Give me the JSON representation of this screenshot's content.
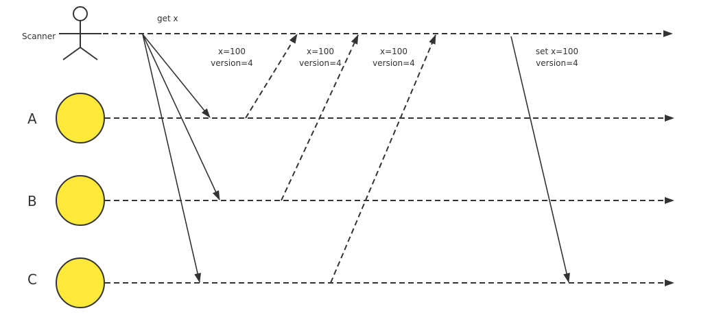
{
  "actor": {
    "label": "Scanner"
  },
  "nodes": [
    {
      "label": "A",
      "color": "#FFE93B"
    },
    {
      "label": "B",
      "color": "#FFE93B"
    },
    {
      "label": "C",
      "color": "#FFE93B"
    }
  ],
  "messages": {
    "get": "get x",
    "reply_a": {
      "line1": "x=100",
      "line2": "version=4"
    },
    "reply_b": {
      "line1": "x=100",
      "line2": "version=4"
    },
    "reply_c": {
      "line1": "x=100",
      "line2": "version=4"
    },
    "set": {
      "line1": "set x=100",
      "line2": "version=4"
    }
  },
  "colors": {
    "line": "#333333",
    "node_fill": "#FFE93B"
  }
}
